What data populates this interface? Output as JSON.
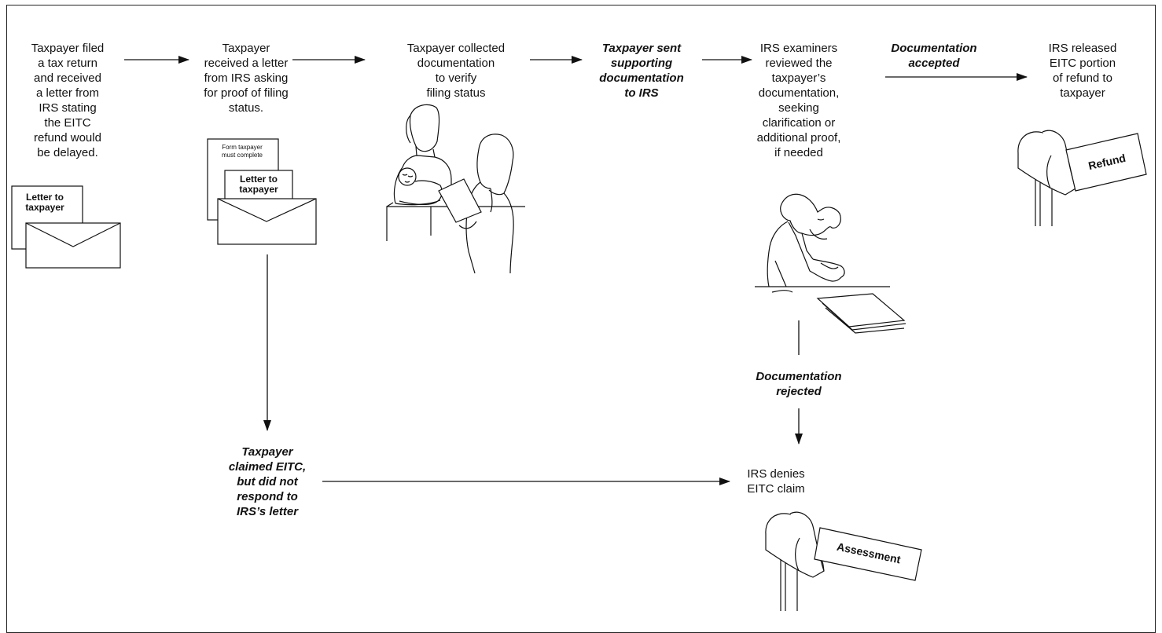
{
  "steps": {
    "filed": "Taxpayer filed\na tax return\nand received\na letter from\nIRS stating\nthe EITC\nrefund would\nbe delayed.",
    "received_letter": "Taxpayer\nreceived a letter\nfrom IRS asking\nfor proof of filing\nstatus.",
    "collected": "Taxpayer collected\ndocumentation\nto verify\nfiling status",
    "sent": "Taxpayer sent\nsupporting\ndocumentation\nto IRS",
    "examiners": "IRS examiners\nreviewed the\ntaxpayer’s\ndocumentation,\nseeking\nclarification or\nadditional proof,\nif needed",
    "accepted": "Documentation\naccepted",
    "released": "IRS released\nEITC portion\nof refund to\ntaxpayer",
    "rejected": "Documentation\nrejected",
    "no_response": "Taxpayer\nclaimed EITC,\nbut did not\nrespond to\nIRS’s letter",
    "denies": "IRS denies\nEITC claim"
  },
  "labels": {
    "letter_1": "Letter to\ntaxpayer",
    "form": "Form taxpayer\nmust complete",
    "letter_2": "Letter to\ntaxpayer",
    "refund": "Refund",
    "assessment": "Assessment"
  }
}
